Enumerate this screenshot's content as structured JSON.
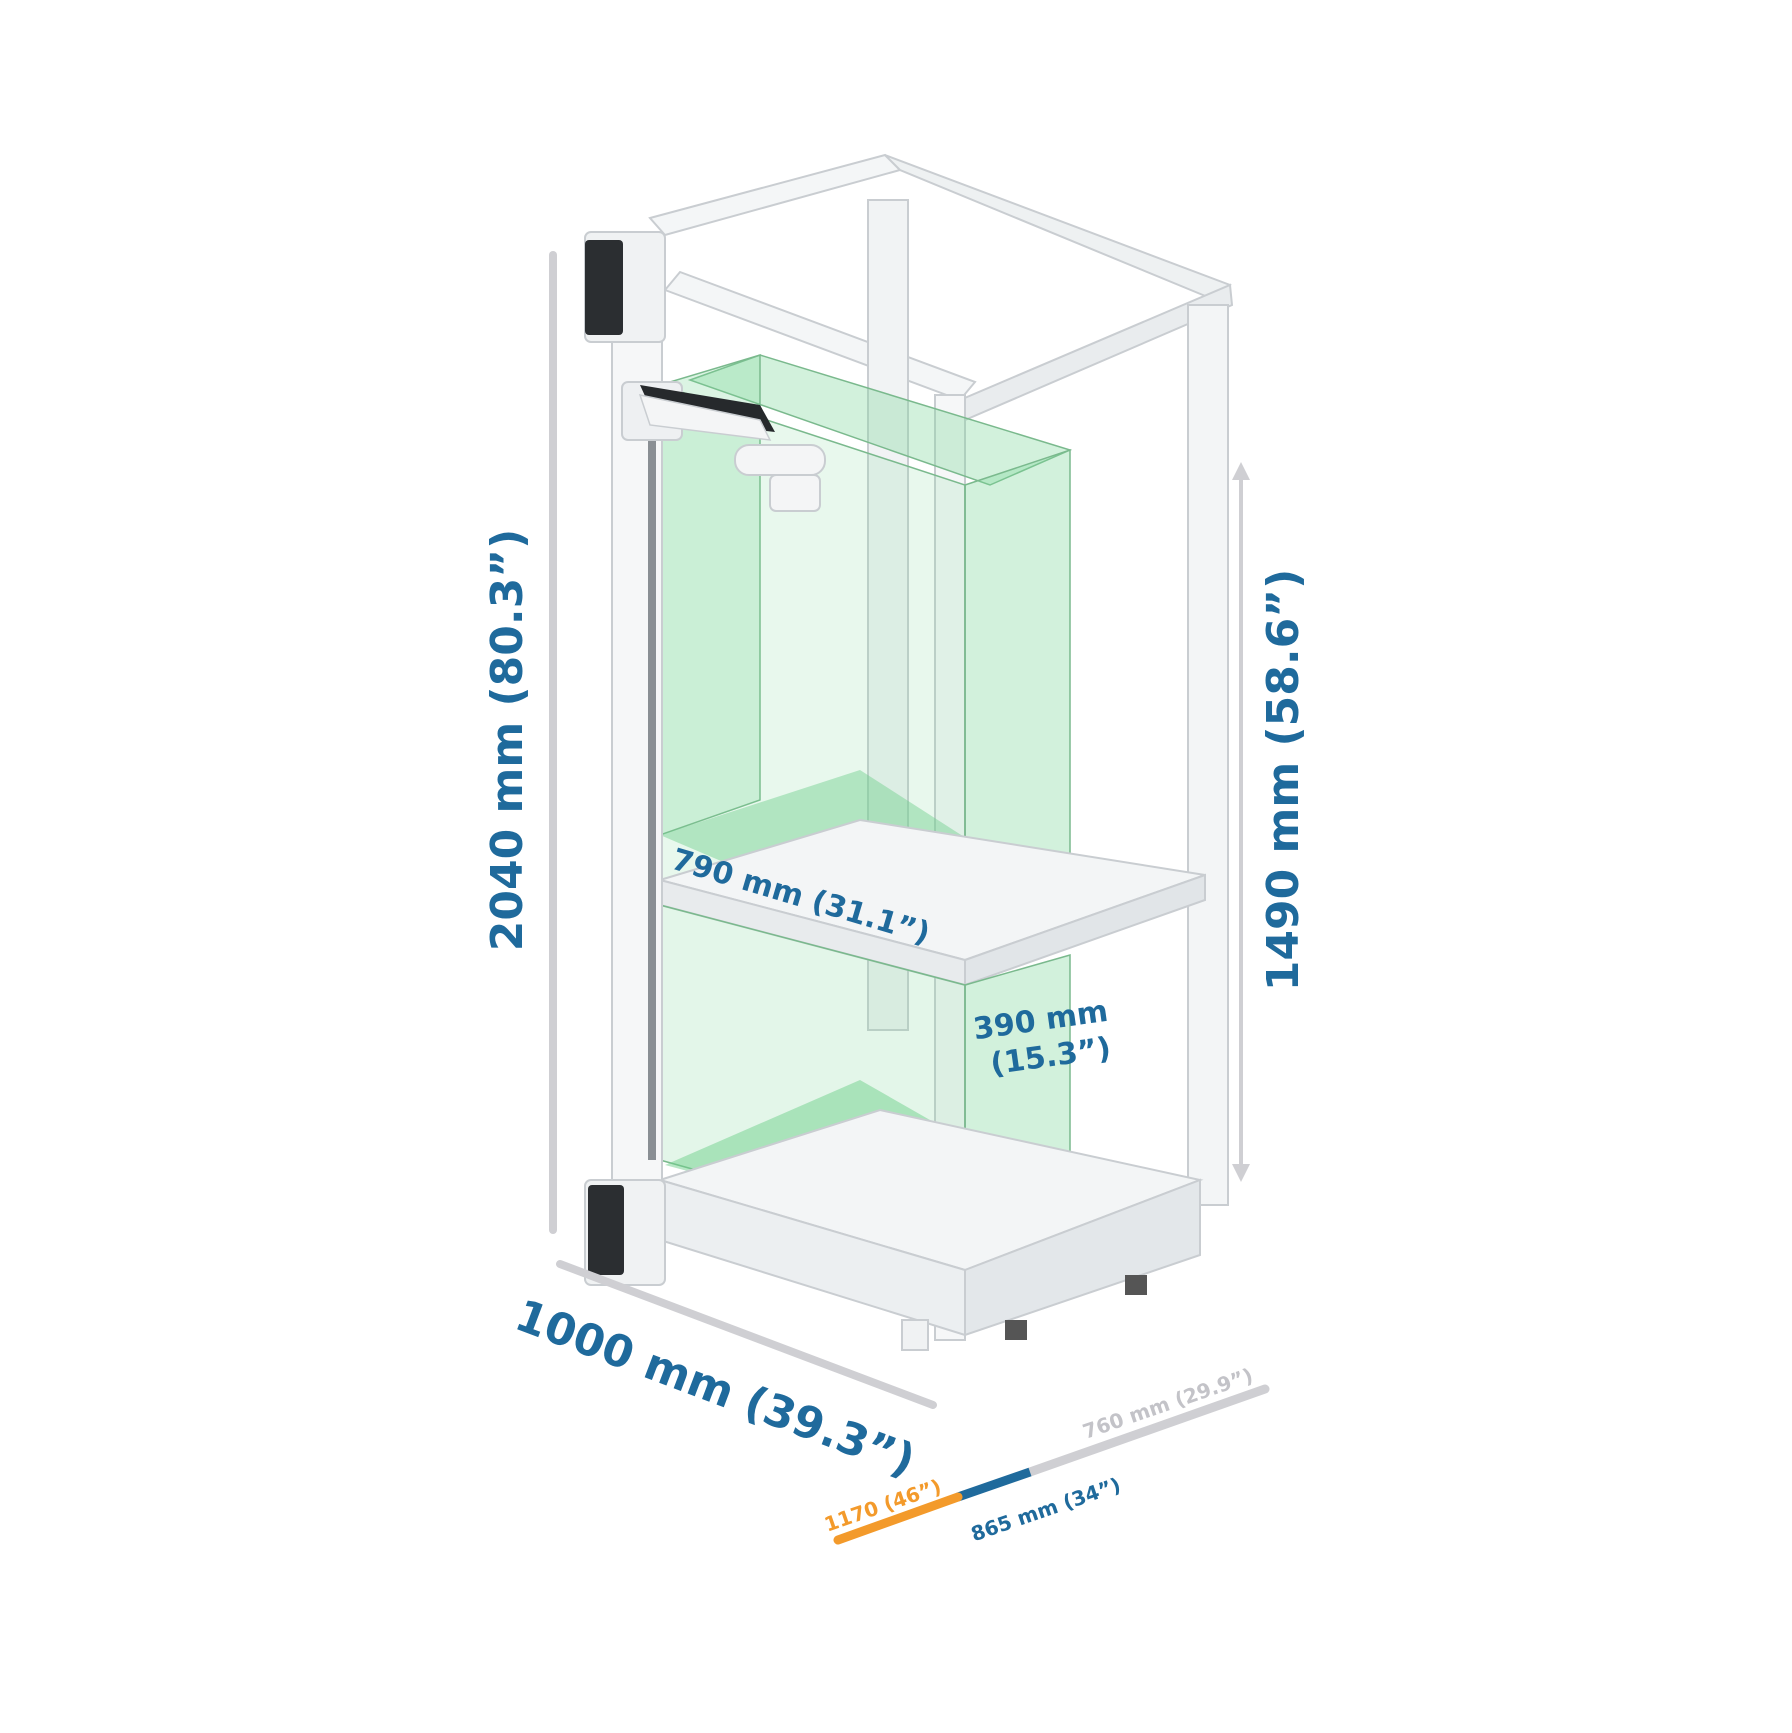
{
  "dimensions": {
    "overall_height": "2040 mm (80.3”)",
    "work_height": "1490 mm (58.6”)",
    "width": "1000 mm (39.3”)",
    "shelf_width": "790 mm (31.1”)",
    "shelf_gap_mm": "390 mm",
    "shelf_gap_in": "(15.3”)",
    "depth_short": "760 mm (29.9”)",
    "depth_mid": "865 mm (34”)",
    "depth_long": "1170 (46”)"
  },
  "colors": {
    "label_blue": "#1f6a9c",
    "bar_gray": "#cfcfd3",
    "label_gray": "#c3c3c8",
    "accent_orange": "#f39a2b",
    "frame_white": "#f4f6f7",
    "frame_edge": "#c9cdd1",
    "glass_green": "#7ed69a"
  }
}
